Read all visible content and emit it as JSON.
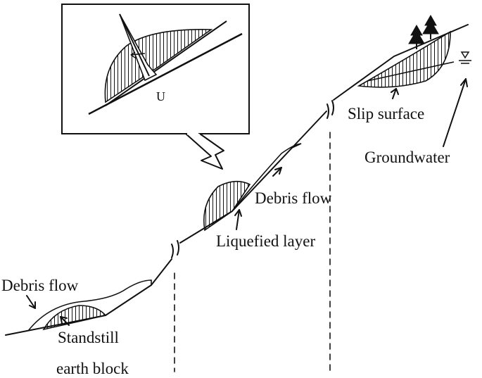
{
  "labels": {
    "slip_surface": "Slip surface",
    "groundwater": "Groundwater",
    "debris_flow_mid": "Debris flow",
    "liquefied_layer": "Liquefied layer",
    "debris_flow_low": "Debris flow",
    "standstill_line1": "Standstill",
    "standstill_line2": "earth block",
    "inset_mark": "U"
  },
  "colors": {
    "ink": "#111111",
    "background": "#ffffff"
  },
  "icons": {
    "tree": "tree-icon",
    "water_table": "water-table-icon"
  }
}
